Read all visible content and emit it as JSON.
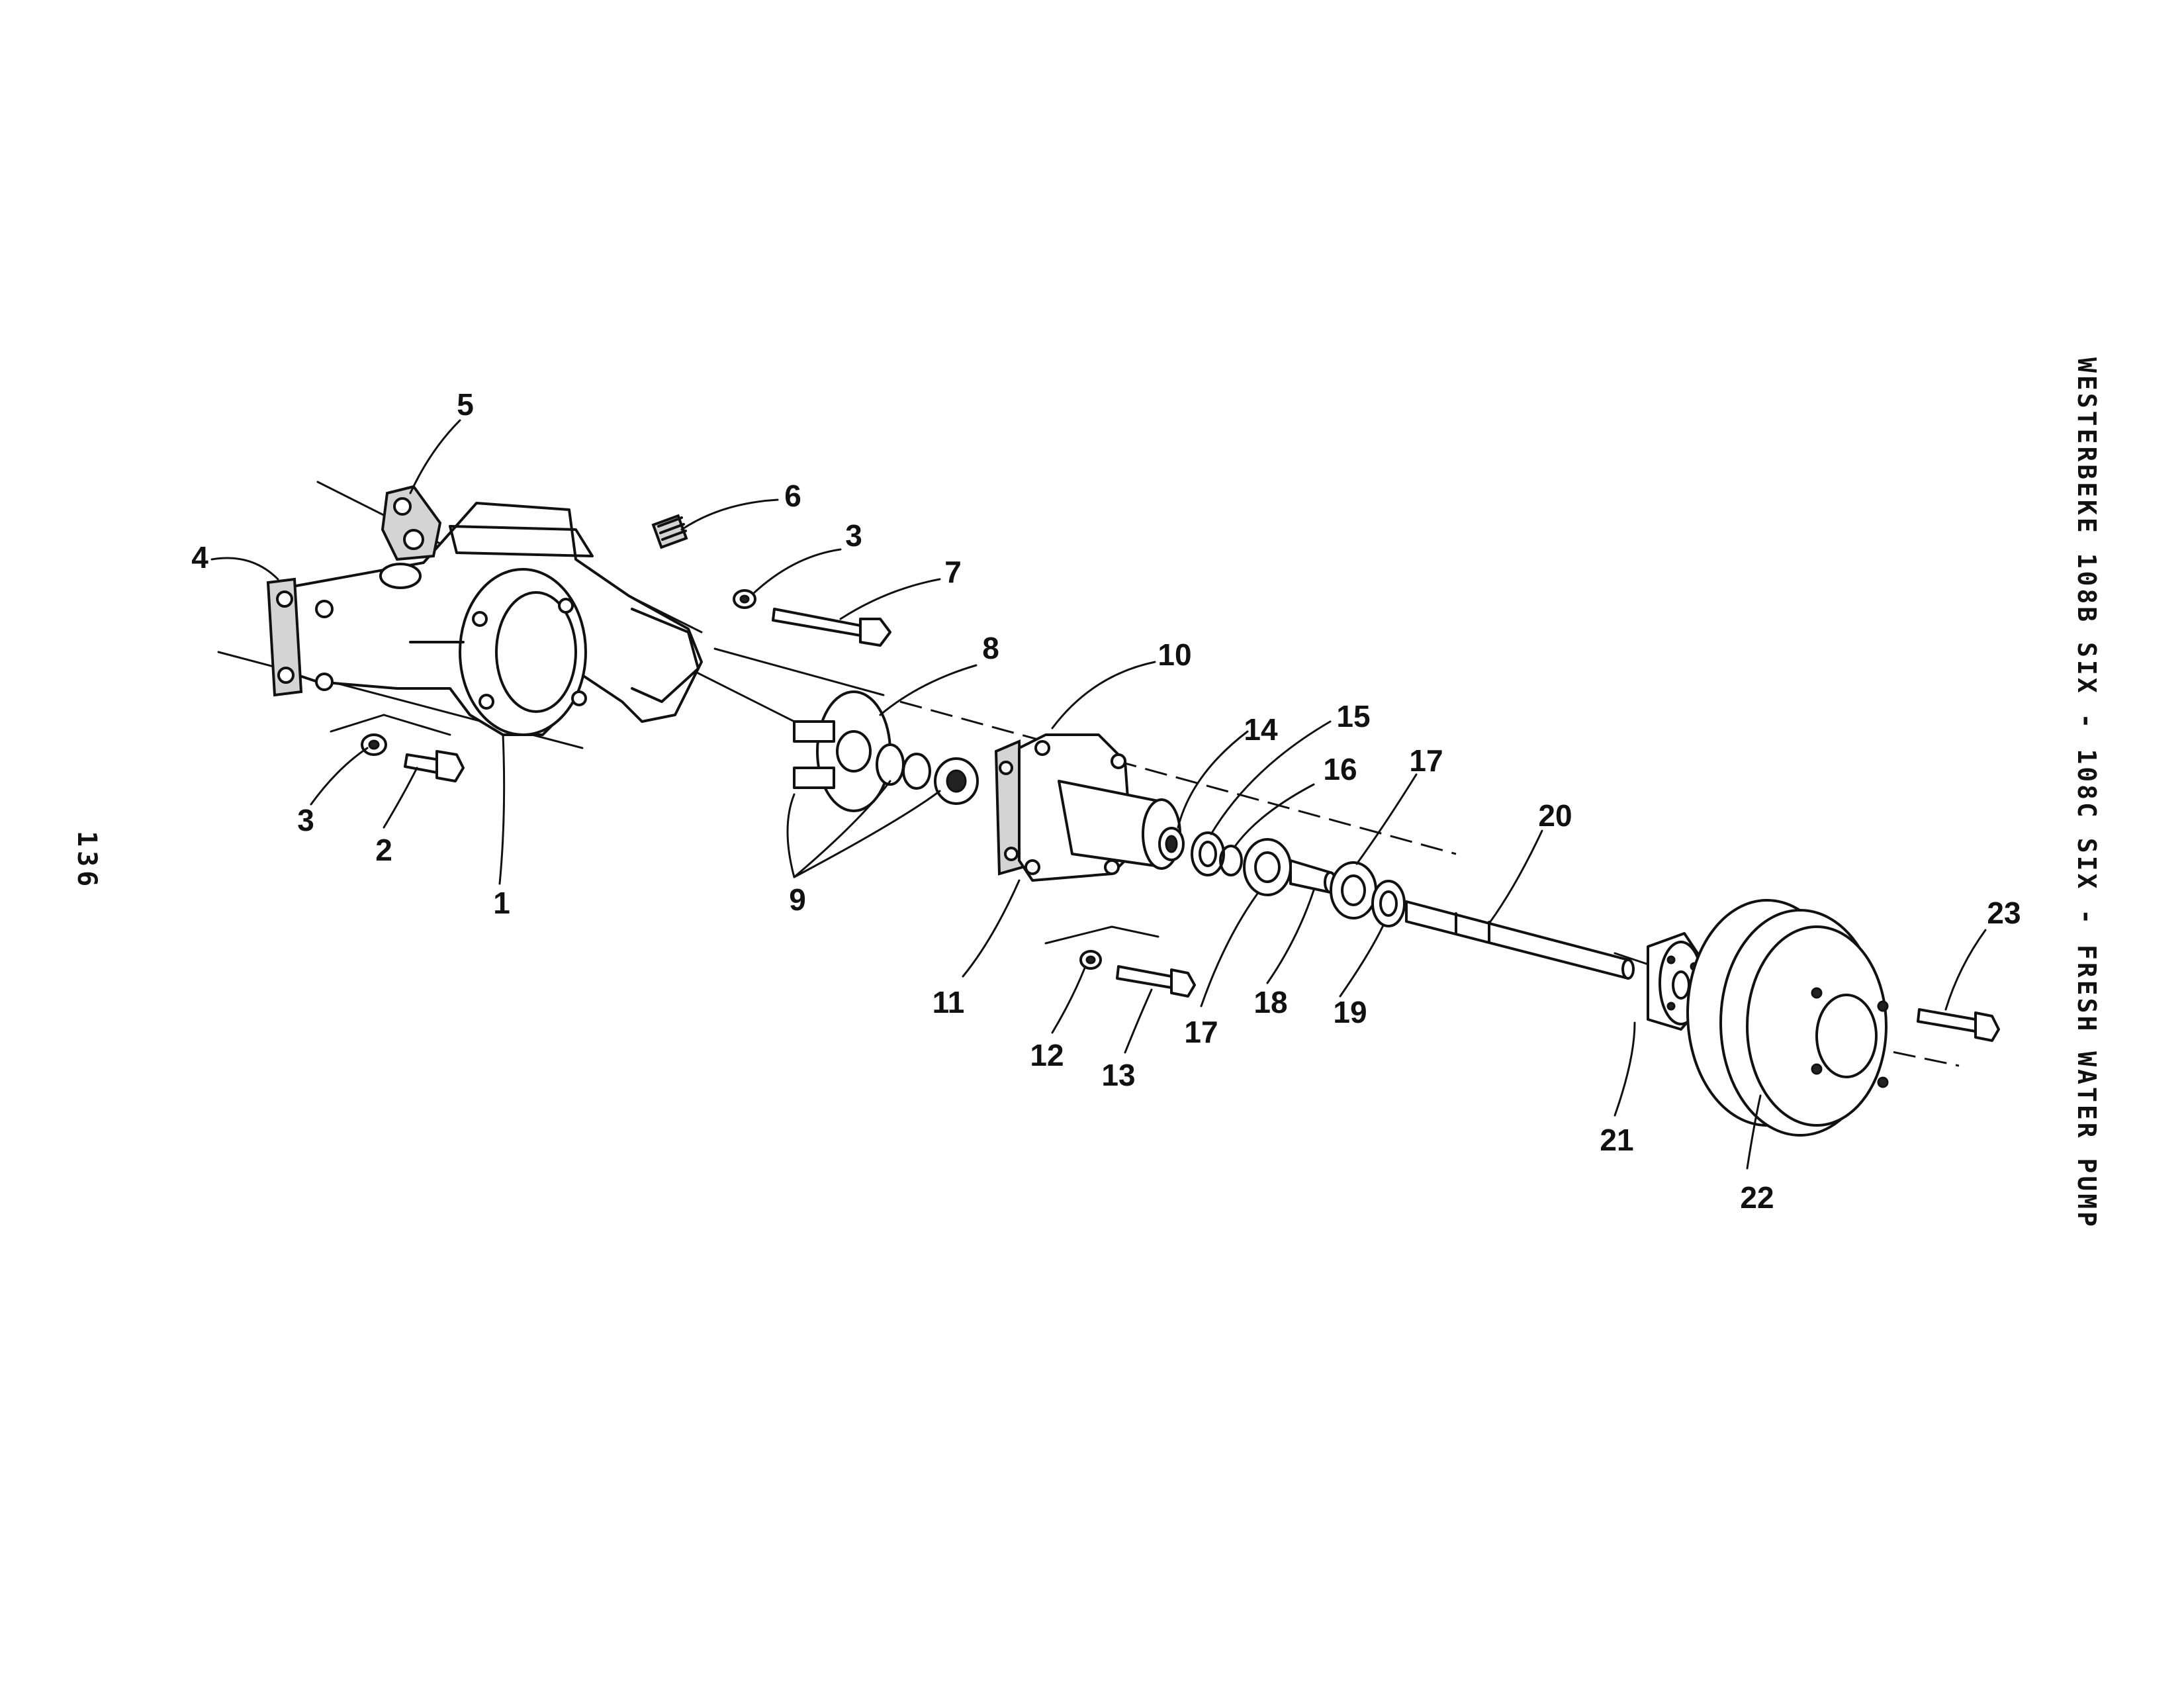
{
  "document": {
    "title": "WESTERBEKE 108B SIX - 108C SIX - FRESH WATER PUMP",
    "page_number": "136"
  },
  "callouts": {
    "c1": "1",
    "c2": "2",
    "c3a": "3",
    "c3b": "3",
    "c4": "4",
    "c5": "5",
    "c6": "6",
    "c7": "7",
    "c8": "8",
    "c9": "9",
    "c10": "10",
    "c11": "11",
    "c12": "12",
    "c13": "13",
    "c14": "14",
    "c15": "15",
    "c16": "16",
    "c17a": "17",
    "c17b": "17",
    "c18": "18",
    "c19": "19",
    "c20": "20",
    "c21": "21",
    "c22": "22",
    "c23": "23"
  }
}
